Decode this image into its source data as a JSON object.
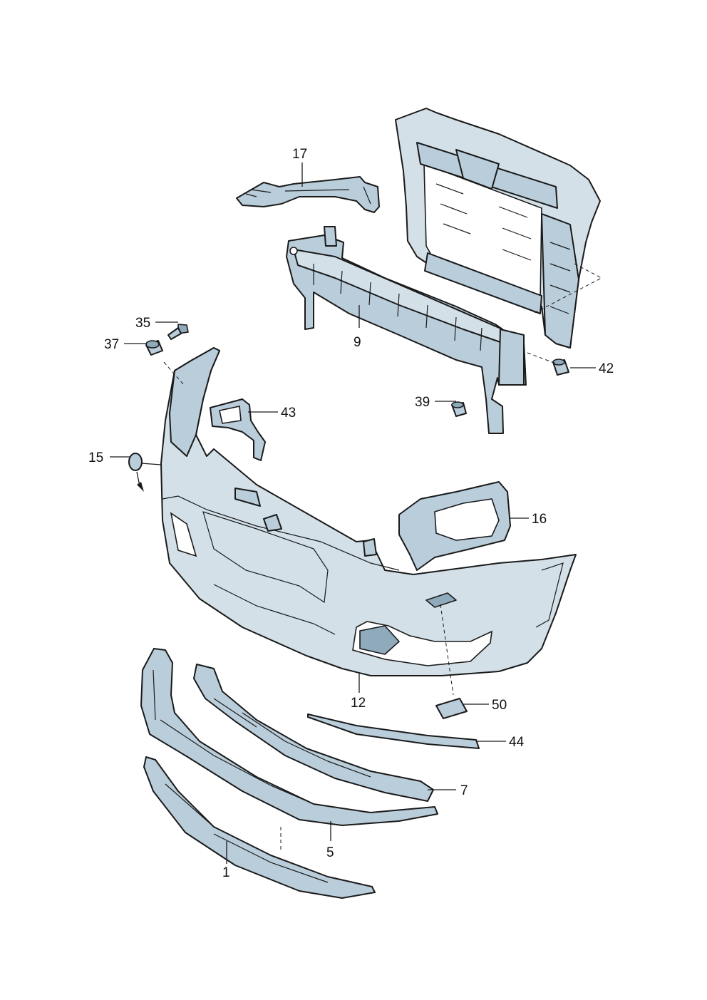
{
  "callouts": [
    {
      "id": "17",
      "label": "17"
    },
    {
      "id": "9",
      "label": "9"
    },
    {
      "id": "35",
      "label": "35"
    },
    {
      "id": "37",
      "label": "37"
    },
    {
      "id": "42",
      "label": "42"
    },
    {
      "id": "39",
      "label": "39"
    },
    {
      "id": "43",
      "label": "43"
    },
    {
      "id": "15",
      "label": "15"
    },
    {
      "id": "16",
      "label": "16"
    },
    {
      "id": "12",
      "label": "12"
    },
    {
      "id": "50",
      "label": "50"
    },
    {
      "id": "44",
      "label": "44"
    },
    {
      "id": "7",
      "label": "7"
    },
    {
      "id": "5",
      "label": "5"
    },
    {
      "id": "1",
      "label": "1"
    }
  ],
  "colors": {
    "part_fill": "#b9cdda",
    "outline": "#1a1a1a",
    "background": "#ffffff"
  }
}
